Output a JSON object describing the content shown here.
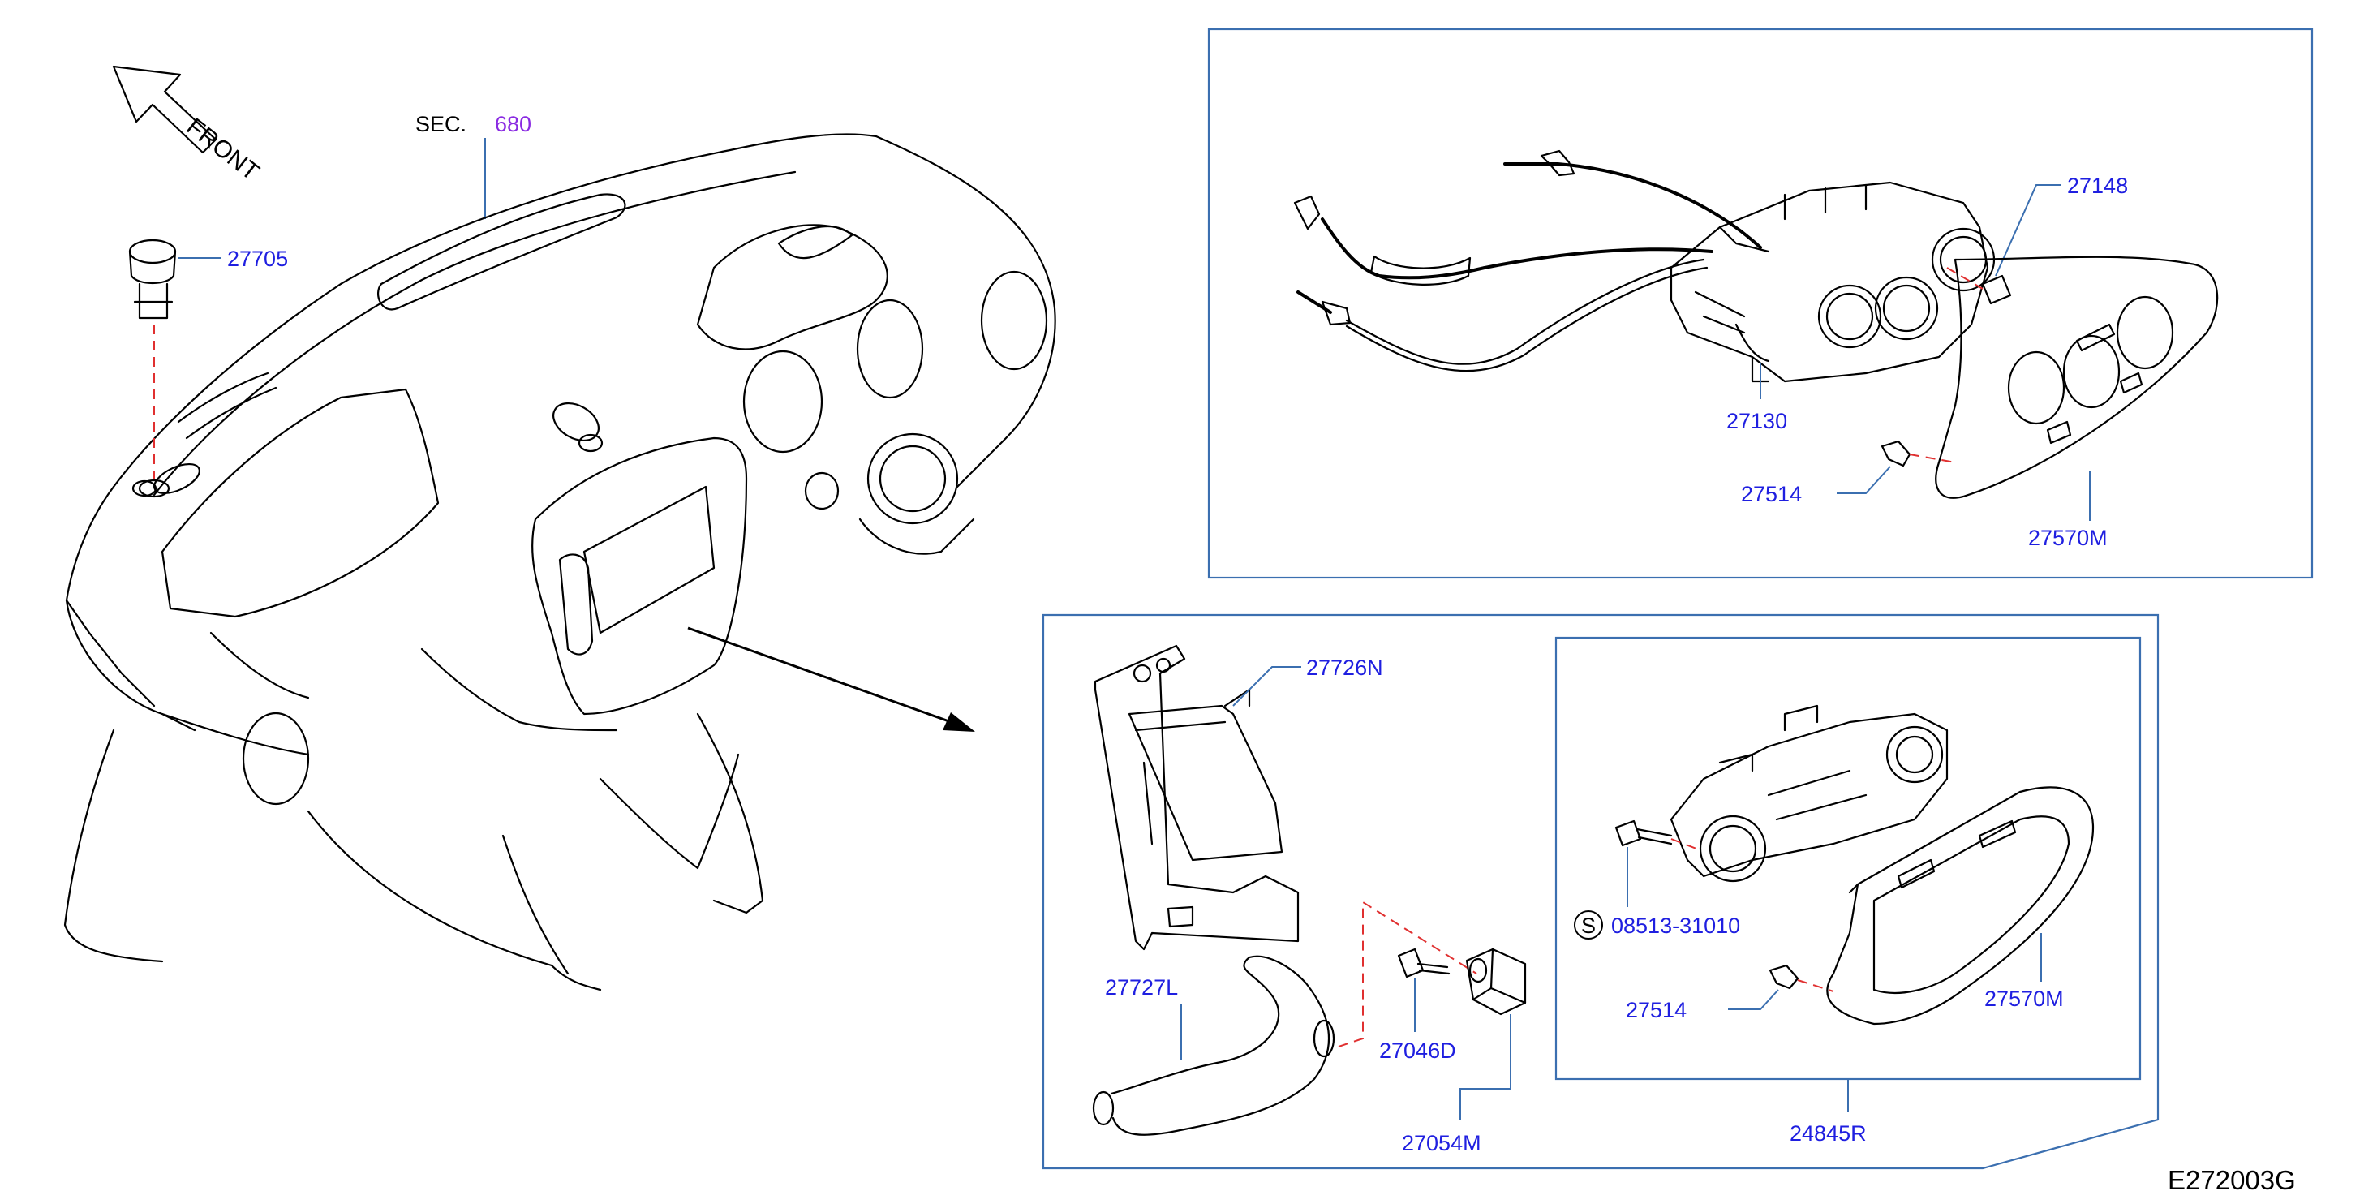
{
  "diagram": {
    "orientation_label": "FRONT",
    "section_ref": {
      "prefix": "SEC.",
      "number": "680"
    },
    "drawing_code": "E272003G",
    "parts": {
      "p27705": "27705",
      "p27148": "27148",
      "p27130": "27130",
      "p27514_top": "27514",
      "p27570m_top": "27570M",
      "p27726n": "27726N",
      "p27727l": "27727L",
      "p27046d": "27046D",
      "p27054m": "27054M",
      "p08513": "08513-31010",
      "p08513_mark": "S",
      "p27514_bottom": "27514",
      "p27570m_bottom": "27570M",
      "p24845r": "24845R"
    },
    "colors": {
      "part_label": "#1f1fe0",
      "section_number": "#8a2be2",
      "leader_frame": "#3b6fb0",
      "phantom_line": "#e03030"
    }
  }
}
